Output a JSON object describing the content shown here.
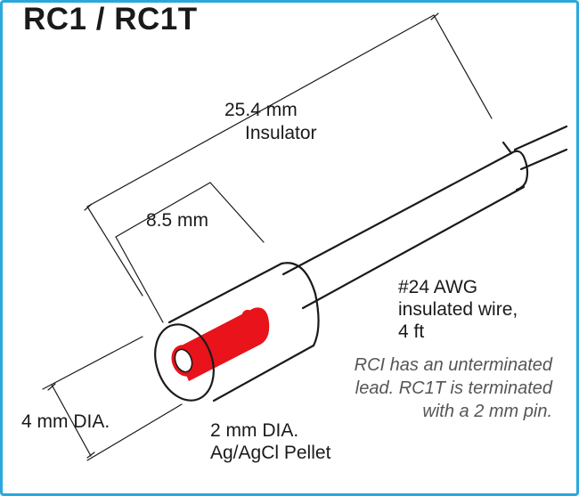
{
  "title": "RC1 / RC1T",
  "dimensions": {
    "insulator_length": "25.4 mm",
    "insulator_label": "Insulator",
    "pellet_length": "8.5 mm",
    "insulator_diameter": "4 mm DIA.",
    "pellet_diameter": "2 mm DIA.",
    "pellet_material": "Ag/AgCl Pellet"
  },
  "wire": {
    "line1": "#24 AWG",
    "line2": "insulated wire,",
    "line3": "4 ft"
  },
  "note": {
    "line1": "RCI has an unterminated",
    "line2": "lead. RC1T is terminated",
    "line3": "with a 2 mm pin."
  },
  "colors": {
    "border": "#29a8dd",
    "pellet": "#e8131b",
    "lines": "#1a1a1a",
    "note_text": "#555555"
  }
}
